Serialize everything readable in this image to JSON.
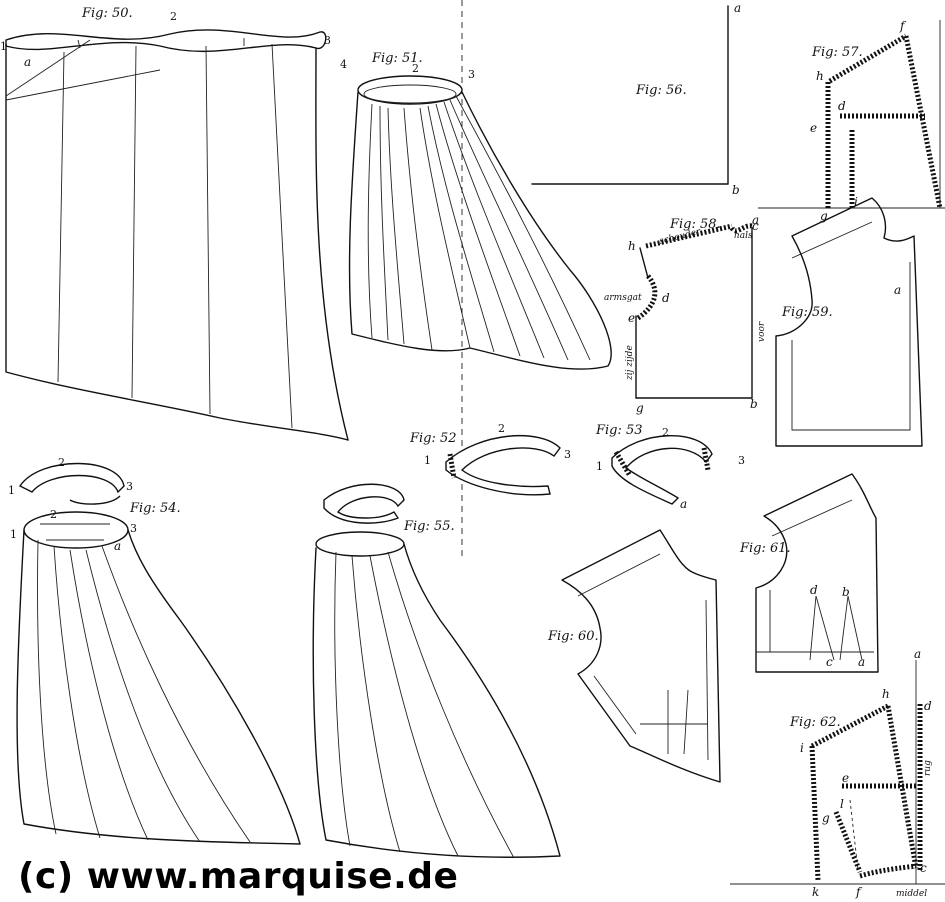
{
  "figures": {
    "f50": "Fig: 50.",
    "f51": "Fig: 51.",
    "f52": "Fig: 52",
    "f53": "Fig: 53",
    "f54": "Fig: 54.",
    "f55": "Fig: 55.",
    "f56": "Fig: 56.",
    "f57": "Fig: 57.",
    "f58": "Fig: 58.",
    "f59": "Fig: 59.",
    "f60": "Fig: 60.",
    "f61": "Fig: 61.",
    "f62": "Fig: 62."
  },
  "numbers": {
    "n1": "1",
    "n2": "2",
    "n3": "3",
    "n4": "4"
  },
  "letters": {
    "a": "a",
    "b": "b",
    "c": "c",
    "d": "d",
    "e": "e",
    "f": "f",
    "g": "g",
    "h": "h",
    "i": "i",
    "k": "k",
    "l": "l"
  },
  "words": {
    "schouder": "schouder",
    "hals": "hals",
    "armsgat": "armsgat",
    "zijde": "zij zijde",
    "voor": "voor",
    "rug": "rug",
    "middel": "middel"
  },
  "copyright": "(c) www.marquise.de"
}
